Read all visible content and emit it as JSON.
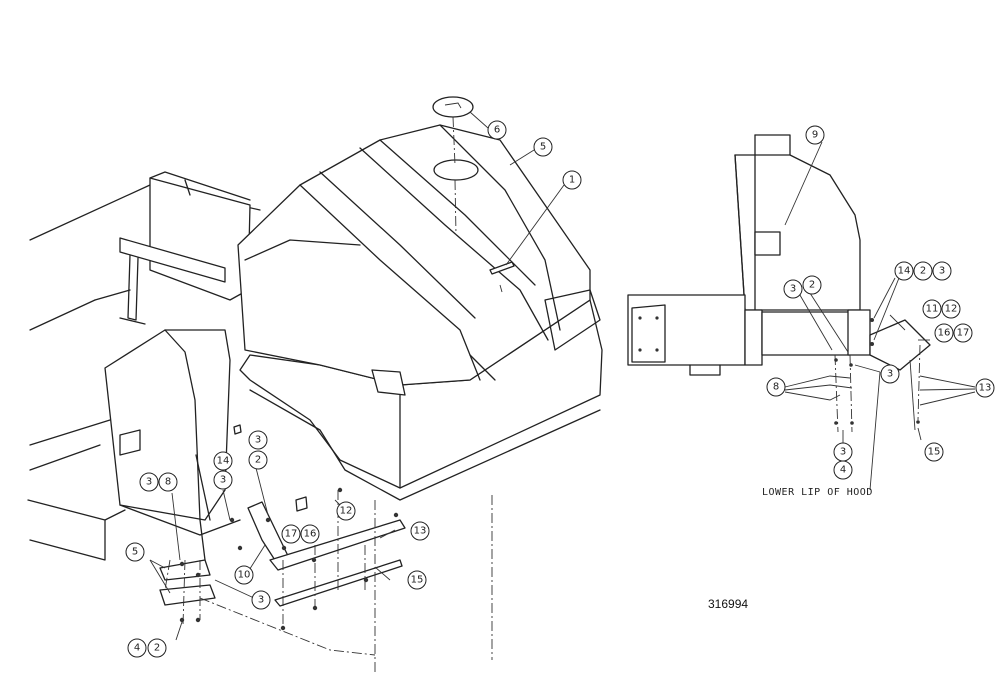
{
  "drawing_number": "316994",
  "note_lower_lip": "LOWER LIP OF HOOD",
  "callouts_main": [
    "6",
    "5",
    "1",
    "3",
    "2",
    "14",
    "3",
    "3",
    "8",
    "17",
    "16",
    "12",
    "13",
    "5",
    "10",
    "3",
    "15",
    "4",
    "2"
  ],
  "callouts_detail": [
    "9",
    "3",
    "2",
    "14",
    "2",
    "3",
    "11",
    "12",
    "16",
    "17",
    "3",
    "8",
    "13",
    "3",
    "4",
    "15"
  ]
}
